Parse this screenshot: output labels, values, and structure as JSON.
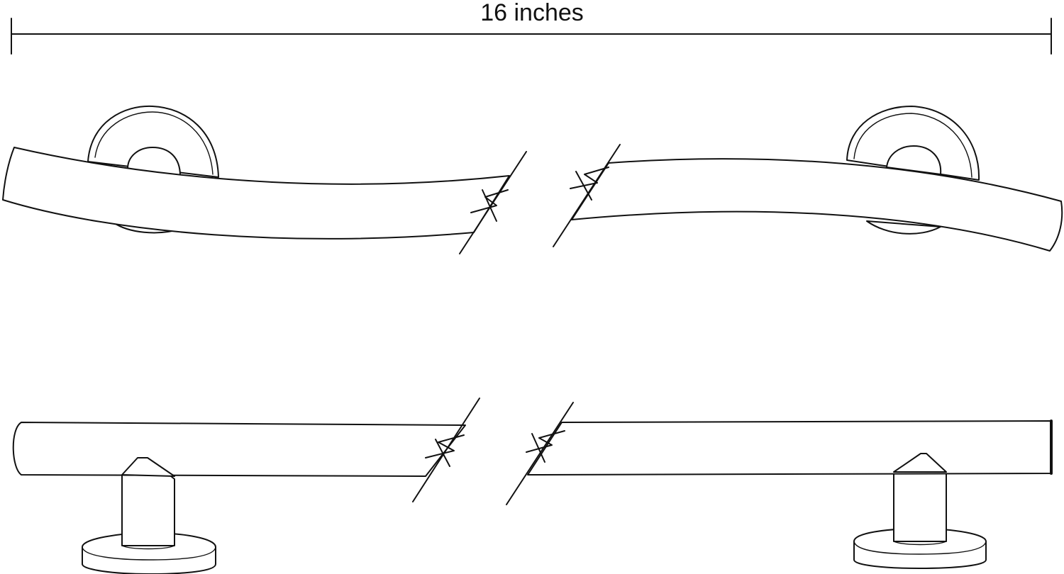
{
  "dimension": {
    "label": "16 inches",
    "value": 16,
    "unit": "inches"
  },
  "views": [
    "top-view",
    "side-view"
  ],
  "colors": {
    "line": "#111111",
    "background": "#ffffff"
  }
}
